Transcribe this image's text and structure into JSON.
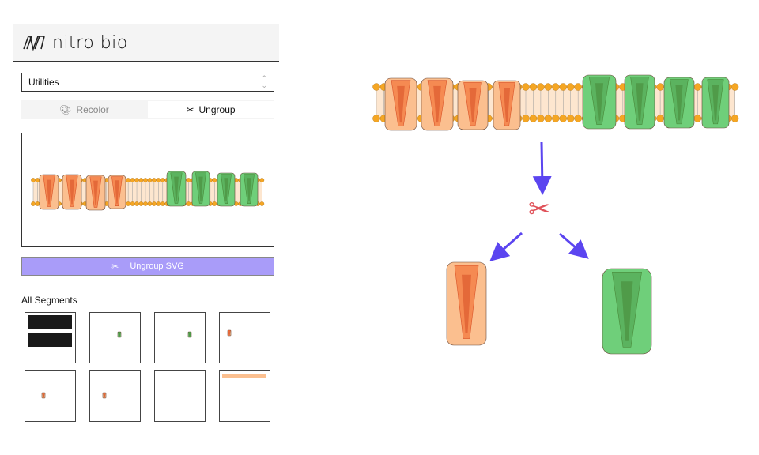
{
  "header": {
    "brand": "nitro bio",
    "logo": "NB"
  },
  "utility_select": {
    "value": "Utilities"
  },
  "tabs": [
    {
      "label": "Recolor",
      "icon": "palette-icon",
      "active": false
    },
    {
      "label": "Ungroup",
      "icon": "scissors-icon",
      "active": true
    }
  ],
  "ungroup_button": {
    "label": "Ungroup SVG",
    "icon": "scissors-icon"
  },
  "segments": {
    "title": "All Segments",
    "items": [
      {
        "kind": "full-membrane-mask"
      },
      {
        "kind": "green-protein"
      },
      {
        "kind": "green-protein"
      },
      {
        "kind": "orange-protein"
      },
      {
        "kind": "orange-protein"
      },
      {
        "kind": "orange-protein"
      },
      {
        "kind": "empty"
      },
      {
        "kind": "lipid-bar"
      }
    ]
  },
  "colors": {
    "accent": "#a99cf9",
    "arrow": "#5b45f0",
    "orange": "#f58a52",
    "orange_light": "#fbbf8f",
    "green": "#6fcf7a",
    "green_dark": "#4a8a3a",
    "lipid_head": "#f5a623"
  }
}
